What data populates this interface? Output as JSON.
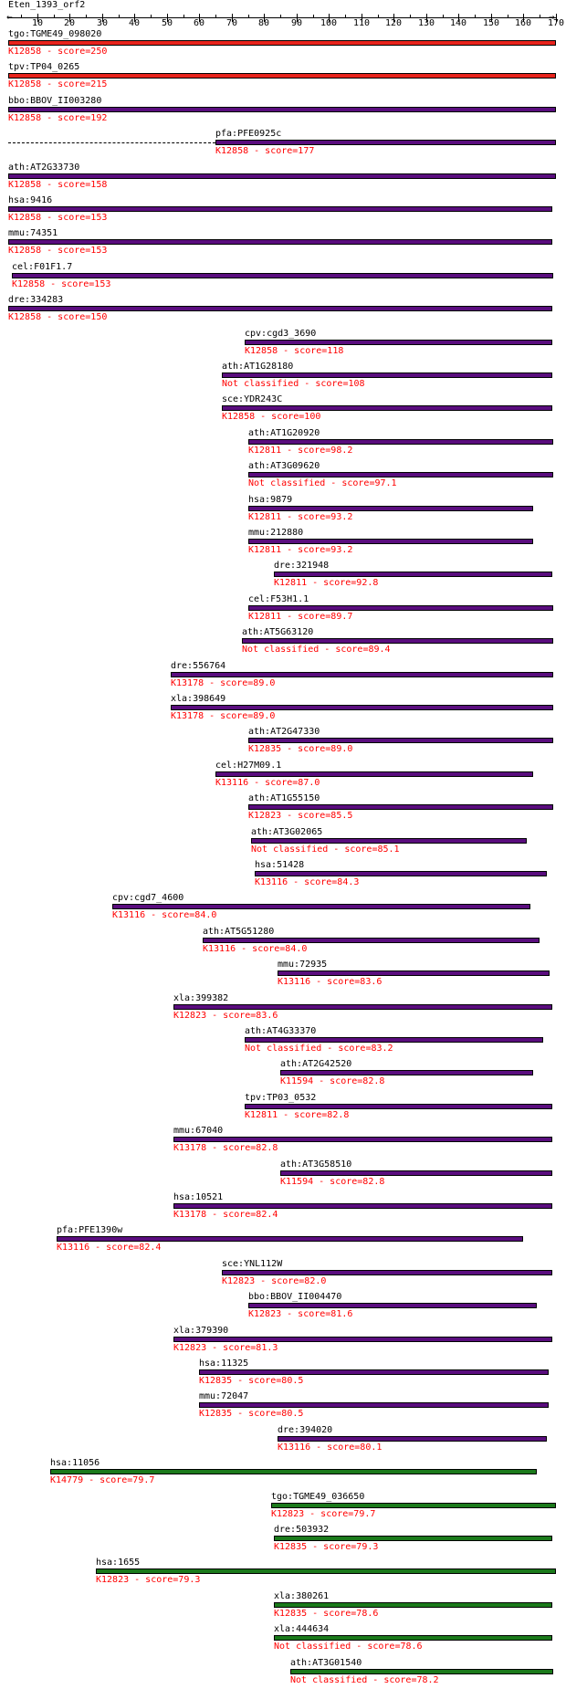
{
  "title": "Eten_1393_orf2",
  "axis": {
    "min": 1,
    "max": 170,
    "ticks": [
      10,
      20,
      30,
      40,
      50,
      60,
      70,
      80,
      90,
      100,
      110,
      120,
      130,
      140,
      150,
      160,
      170
    ]
  },
  "colors": {
    "red": "#e8231c",
    "purple": "#5a0d7e",
    "green": "#1b7a1b",
    "label_red": "#ff0000"
  },
  "hits": [
    {
      "name": "tgo:TGME49_098020",
      "label": "K12858 - score=250",
      "start": 1,
      "end": 170,
      "color": "red"
    },
    {
      "name": "tpv:TP04_0265",
      "label": "K12858 - score=215",
      "start": 1,
      "end": 170,
      "color": "red"
    },
    {
      "name": "bbo:BBOV_II003280",
      "label": "K12858 - score=192",
      "start": 1,
      "end": 170,
      "color": "purple"
    },
    {
      "name": "pfa:PFE0925c",
      "label": "K12858 - score=177",
      "start": 65,
      "end": 170,
      "color": "purple",
      "dash_from": 1
    },
    {
      "name": "ath:AT2G33730",
      "label": "K12858 - score=158",
      "start": 1,
      "end": 170,
      "color": "purple"
    },
    {
      "name": "hsa:9416",
      "label": "K12858 - score=153",
      "start": 1,
      "end": 169,
      "color": "purple"
    },
    {
      "name": "mmu:74351",
      "label": "K12858 - score=153",
      "start": 1,
      "end": 169,
      "color": "purple"
    },
    {
      "name": "cel:F01F1.7",
      "label": "K12858 - score=153",
      "start": 2,
      "end": 169,
      "color": "purple"
    },
    {
      "name": "dre:334283",
      "label": "K12858 - score=150",
      "start": 1,
      "end": 169,
      "color": "purple"
    },
    {
      "name": "cpv:cgd3_3690",
      "label": "K12858 - score=118",
      "start": 74,
      "end": 169,
      "color": "purple"
    },
    {
      "name": "ath:AT1G28180",
      "label": "Not classified - score=108",
      "start": 67,
      "end": 169,
      "color": "purple"
    },
    {
      "name": "sce:YDR243C",
      "label": "K12858 - score=100",
      "start": 67,
      "end": 169,
      "color": "purple"
    },
    {
      "name": "ath:AT1G20920",
      "label": "K12811 - score=98.2",
      "start": 75,
      "end": 169,
      "color": "purple"
    },
    {
      "name": "ath:AT3G09620",
      "label": "Not classified - score=97.1",
      "start": 75,
      "end": 169,
      "color": "purple"
    },
    {
      "name": "hsa:9879",
      "label": "K12811 - score=93.2",
      "start": 75,
      "end": 163,
      "color": "purple"
    },
    {
      "name": "mmu:212880",
      "label": "K12811 - score=93.2",
      "start": 75,
      "end": 163,
      "color": "purple"
    },
    {
      "name": "dre:321948",
      "label": "K12811 - score=92.8",
      "start": 83,
      "end": 169,
      "color": "purple"
    },
    {
      "name": "cel:F53H1.1",
      "label": "K12811 - score=89.7",
      "start": 75,
      "end": 169,
      "color": "purple"
    },
    {
      "name": "ath:AT5G63120",
      "label": "Not classified - score=89.4",
      "start": 73,
      "end": 169,
      "color": "purple"
    },
    {
      "name": "dre:556764",
      "label": "K13178 - score=89.0",
      "start": 51,
      "end": 169,
      "color": "purple"
    },
    {
      "name": "xla:398649",
      "label": "K13178 - score=89.0",
      "start": 51,
      "end": 169,
      "color": "purple"
    },
    {
      "name": "ath:AT2G47330",
      "label": "K12835 - score=89.0",
      "start": 75,
      "end": 169,
      "color": "purple"
    },
    {
      "name": "cel:H27M09.1",
      "label": "K13116 - score=87.0",
      "start": 65,
      "end": 163,
      "color": "purple"
    },
    {
      "name": "ath:AT1G55150",
      "label": "K12823 - score=85.5",
      "start": 75,
      "end": 169,
      "color": "purple"
    },
    {
      "name": "ath:AT3G02065",
      "label": "Not classified - score=85.1",
      "start": 76,
      "end": 161,
      "color": "purple"
    },
    {
      "name": "hsa:51428",
      "label": "K13116 - score=84.3",
      "start": 77,
      "end": 167,
      "color": "purple"
    },
    {
      "name": "cpv:cgd7_4600",
      "label": "K13116 - score=84.0",
      "start": 33,
      "end": 162,
      "color": "purple"
    },
    {
      "name": "ath:AT5G51280",
      "label": "K13116 - score=84.0",
      "start": 61,
      "end": 165,
      "color": "purple"
    },
    {
      "name": "mmu:72935",
      "label": "K13116 - score=83.6",
      "start": 84,
      "end": 168,
      "color": "purple"
    },
    {
      "name": "xla:399382",
      "label": "K12823 - score=83.6",
      "start": 52,
      "end": 169,
      "color": "purple"
    },
    {
      "name": "ath:AT4G33370",
      "label": "Not classified - score=83.2",
      "start": 74,
      "end": 166,
      "color": "purple"
    },
    {
      "name": "ath:AT2G42520",
      "label": "K11594 - score=82.8",
      "start": 85,
      "end": 163,
      "color": "purple"
    },
    {
      "name": "tpv:TP03_0532",
      "label": "K12811 - score=82.8",
      "start": 74,
      "end": 169,
      "color": "purple"
    },
    {
      "name": "mmu:67040",
      "label": "K13178 - score=82.8",
      "start": 52,
      "end": 169,
      "color": "purple"
    },
    {
      "name": "ath:AT3G58510",
      "label": "K11594 - score=82.8",
      "start": 85,
      "end": 169,
      "color": "purple"
    },
    {
      "name": "hsa:10521",
      "label": "K13178 - score=82.4",
      "start": 52,
      "end": 169,
      "color": "purple"
    },
    {
      "name": "pfa:PFE1390w",
      "label": "K13116 - score=82.4",
      "start": 16,
      "end": 160,
      "color": "purple"
    },
    {
      "name": "sce:YNL112W",
      "label": "K12823 - score=82.0",
      "start": 67,
      "end": 169,
      "color": "purple"
    },
    {
      "name": "bbo:BBOV_II004470",
      "label": "K12823 - score=81.6",
      "start": 75,
      "end": 164,
      "color": "purple"
    },
    {
      "name": "xla:379390",
      "label": "K12823 - score=81.3",
      "start": 52,
      "end": 169,
      "color": "purple"
    },
    {
      "name": "hsa:11325",
      "label": "K12835 - score=80.5",
      "start": 60,
      "end": 168,
      "color": "purple"
    },
    {
      "name": "mmu:72047",
      "label": "K12835 - score=80.5",
      "start": 60,
      "end": 168,
      "color": "purple"
    },
    {
      "name": "dre:394020",
      "label": "K13116 - score=80.1",
      "start": 84,
      "end": 167,
      "color": "purple"
    },
    {
      "name": "hsa:11056",
      "label": "K14779 - score=79.7",
      "start": 14,
      "end": 164,
      "color": "green"
    },
    {
      "name": "tgo:TGME49_036650",
      "label": "K12823 - score=79.7",
      "start": 82,
      "end": 170,
      "color": "green"
    },
    {
      "name": "dre:503932",
      "label": "K12835 - score=79.3",
      "start": 83,
      "end": 169,
      "color": "green"
    },
    {
      "name": "hsa:1655",
      "label": "K12823 - score=79.3",
      "start": 28,
      "end": 170,
      "color": "green"
    },
    {
      "name": "xla:380261",
      "label": "K12835 - score=78.6",
      "start": 83,
      "end": 169,
      "color": "green"
    },
    {
      "name": "xla:444634",
      "label": "Not classified - score=78.6",
      "start": 83,
      "end": 169,
      "color": "green"
    },
    {
      "name": "ath:AT3G01540",
      "label": "Not classified - score=78.2",
      "start": 88,
      "end": 169,
      "color": "green"
    }
  ]
}
